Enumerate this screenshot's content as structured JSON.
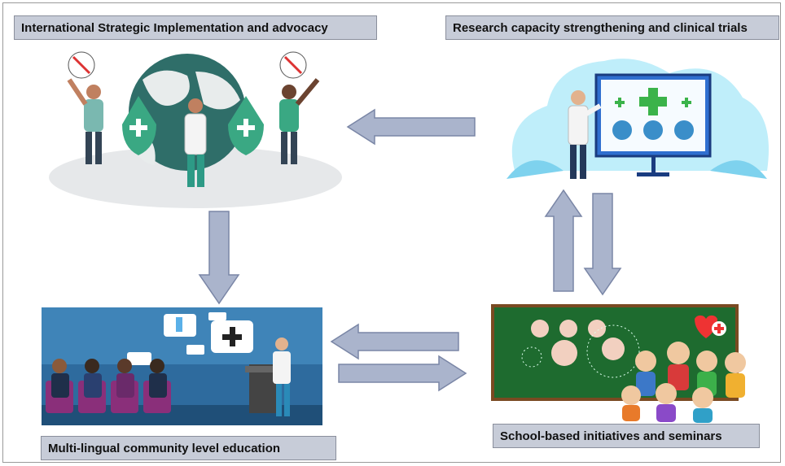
{
  "labels": {
    "top_left": "International Strategic Implementation and advocacy",
    "top_right": "Research capacity strengthening and clinical trials",
    "bottom_left": "Multi-lingual community level education",
    "bottom_right": "School-based initiatives and seminars"
  },
  "colors": {
    "arrow_fill": "#aab4cc",
    "arrow_stroke": "#7a86a6",
    "label_bg": "#c7ccd8",
    "chalkboard": "#1e6b2f",
    "screen_blue": "#3a78d6",
    "cloud_blue": "#a8e4f6"
  },
  "icons": {
    "top_left": "global-health-advocacy-illustration",
    "top_right": "doctor-presentation-illustration",
    "bottom_left": "audience-lecture-illustration",
    "bottom_right": "classroom-chalkboard-illustration"
  }
}
